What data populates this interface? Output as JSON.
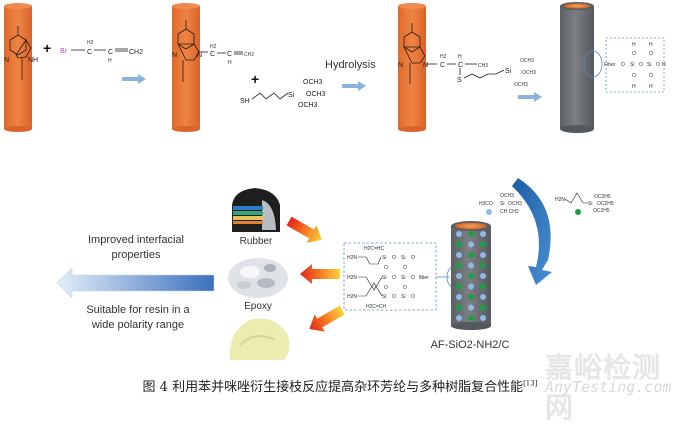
{
  "figure": {
    "top_row": {
      "plus_1": "+",
      "plus_2": "+",
      "reagent_allyl_bromide": {
        "br": "Br",
        "h2": "H2",
        "c1": "C",
        "c2": "C",
        "h": "H",
        "ch2": "CH2"
      },
      "fiber_1_substituents": {
        "n": "N",
        "nh": "NH"
      },
      "fiber_2_substituents": {
        "n1": "N",
        "n2": "N",
        "h2": "H2",
        "c1": "C",
        "c2": "C",
        "h": "H",
        "ch2": "CH2"
      },
      "silane_reagent": {
        "sh": "SH",
        "si": "Si",
        "och3_1": "OCH3",
        "och3_2": "OCH3",
        "och3_3": "OCH3"
      },
      "hydrolysis_label": "Hydrolysis",
      "fiber_3_substituents": {
        "n1": "N",
        "n2": "N",
        "h2": "H2",
        "c": "C",
        "h": "H",
        "ch3": "CH3",
        "s": "S",
        "si": "Si",
        "och3_1": "OCH3",
        "och3_2": "OCH3",
        "och3_3": "OCH3"
      },
      "silica_box": {
        "fiber": "Fiber",
        "o": "O",
        "si": "Si",
        "h": "H"
      }
    },
    "bottom_row": {
      "left_arrow_text_top": [
        "Improved interfacial",
        "properties"
      ],
      "left_arrow_text_bottom": [
        "Suitable for resin in a",
        "wide polarity range"
      ],
      "resins": [
        {
          "name": "Rubber"
        },
        {
          "name": "Epoxy"
        },
        {
          "name": ""
        }
      ],
      "network_box": {
        "h2n": "H2N",
        "si": "Si",
        "o": "O",
        "fiber": "fiber",
        "vinyl_top": "H2C=HC",
        "vinyl_bottom": "H2C=CH"
      },
      "fiber_label": "AF-SiO2-NH2/C",
      "reagent_a": {
        "top": "OCH3",
        "left": "H3CO",
        "si": "Si",
        "right": "OCH3",
        "bottom": "CH CH2",
        "dot_color": "#8fb9e6"
      },
      "reagent_b": {
        "amine": "H2N",
        "si": "Si",
        "oc2h5_1": "OC2H5",
        "oc2h5_2": "OC2H5",
        "oc2h5_3": "OC2H5",
        "dot_color": "#1f9d45"
      }
    },
    "caption": {
      "text": "图 4   利用苯并咪唑衍生接枝反应提高杂环芳纶与多种树脂复合性能",
      "ref": "[13]"
    },
    "watermark": {
      "line1": "嘉峪检测网",
      "line2": "AnyTesting.com"
    },
    "colors": {
      "orange_fiber": "#e8773a",
      "gray_fiber": "#6b6e73",
      "blue_arrow": "#8ab4dd",
      "dark_blue": "#2f6db4",
      "green_dot": "#1f9d45",
      "light_blue_dot": "#8fb9e6",
      "red_arrow": "#e6321e"
    }
  }
}
